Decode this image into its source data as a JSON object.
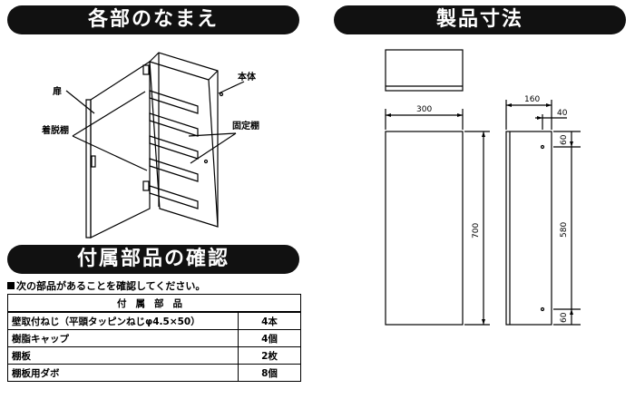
{
  "sections": {
    "parts_names": "各部のなまえ",
    "product_dimensions": "製品寸法",
    "accessories_check": "付属部品の確認"
  },
  "parts_labels": {
    "door": "扉",
    "body": "本体",
    "removable_shelf": "着脱棚",
    "fixed_shelf": "固定棚"
  },
  "accessories": {
    "note": "次の部品があることを確認してください。",
    "header": "付属部品",
    "items": [
      {
        "name": "壁取付ねじ（平頭タッピンねじφ4.5×50）",
        "qty": "4本"
      },
      {
        "name": "樹脂キャップ",
        "qty": "4個"
      },
      {
        "name": "棚板",
        "qty": "2枚"
      },
      {
        "name": "棚板用ダボ",
        "qty": "8個"
      }
    ]
  },
  "dimensions": {
    "width": "300",
    "depth": "160",
    "height": "700",
    "side_offset": "40",
    "top_margin": "60",
    "hole_spacing": "580",
    "bottom_margin": "60"
  }
}
